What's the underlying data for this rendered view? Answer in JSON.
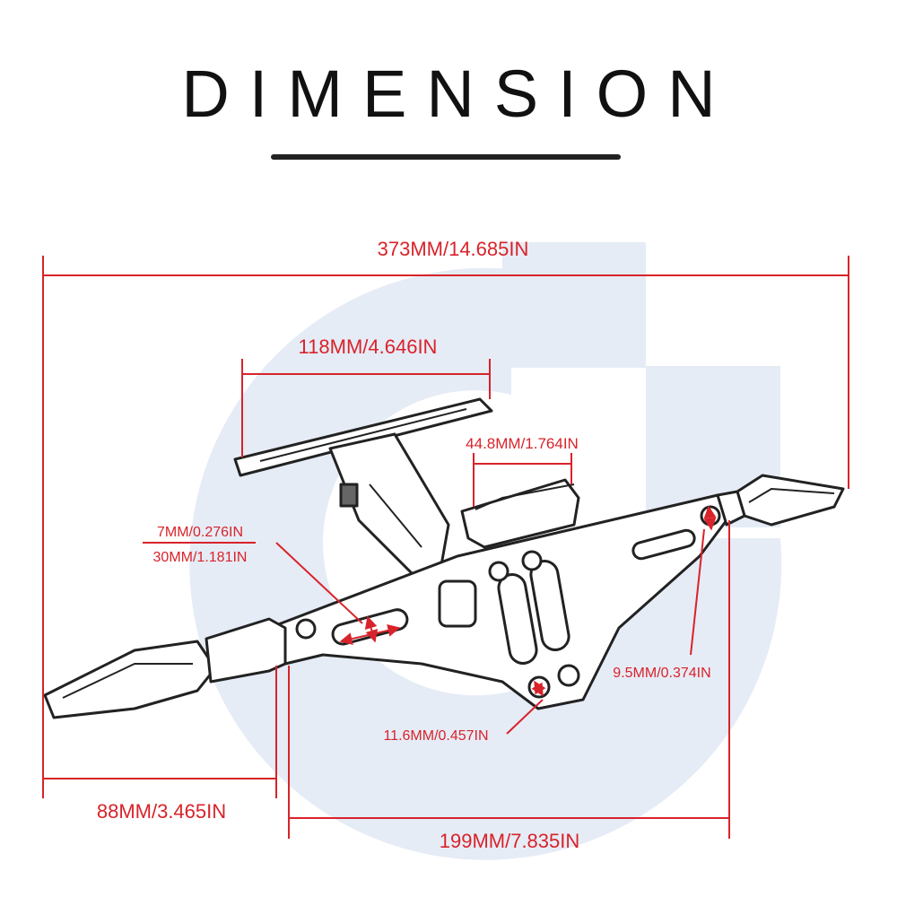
{
  "title": "DIMENSION",
  "colors": {
    "dimension": "#d8232a",
    "title": "#111111",
    "watermark": "#e6ecf6",
    "part_stroke": "#222222"
  },
  "dimensions": {
    "overall_length": "373MM/14.685IN",
    "plate_width": "118MM/4.646IN",
    "clamp_width": "44.8MM/1.764IN",
    "slot_width": "7MM/0.276IN",
    "slot_length": "30MM/1.181IN",
    "hole_right": "9.5MM/0.374IN",
    "hole_bottom": "11.6MM/0.457IN",
    "left_offset": "88MM/3.465IN",
    "span": "199MM/7.835IN"
  }
}
